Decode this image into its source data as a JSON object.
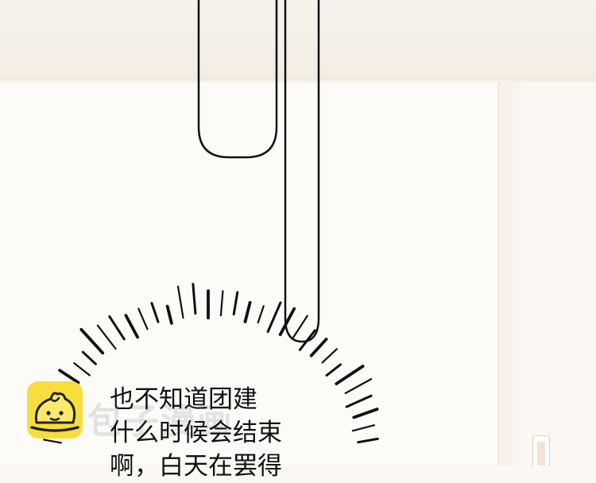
{
  "scene": {
    "colors": {
      "wall": "#fdfbf8",
      "ceiling": "#f4eee6",
      "line_art": "#111111",
      "logo_yellow": "#f7de3c"
    }
  },
  "speech": {
    "lines": [
      "也不知道团建",
      "什么时候会结束",
      "啊，白天在罢得"
    ]
  },
  "watermark": {
    "text": "包子漫画",
    "icon": "bun-mascot-icon"
  }
}
